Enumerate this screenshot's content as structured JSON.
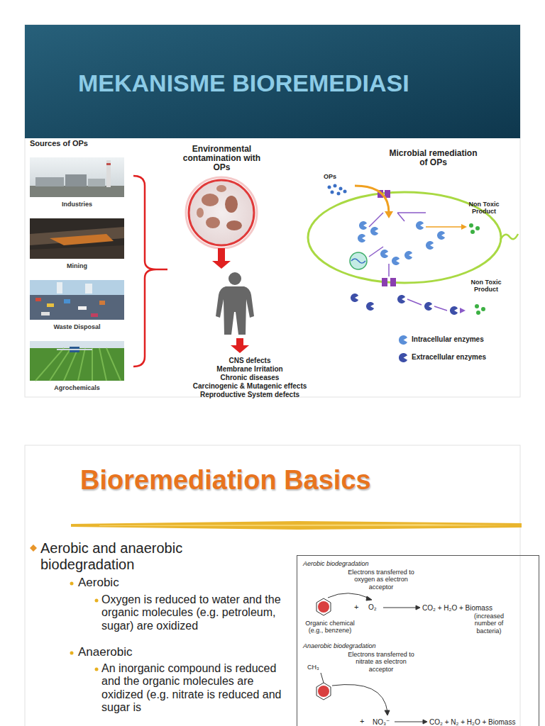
{
  "diagram": {
    "title": "MEKANISME BIOREMEDIASI",
    "nodes": [
      {
        "text": [
          "Industries"
        ]
      },
      {
        "text": [
          "Mining"
        ]
      },
      {
        "text": [
          "Waste Disposal"
        ]
      },
      {
        "text": [
          "Agrochemicals"
        ]
      },
      {
        "text": [
          "Environmental contamination with OPs"
        ]
      },
      {
        "text": [
          "CNS defects",
          "Membrane Irritation",
          "Chronic diseases",
          "Carcinogenic & Mutagenic effects",
          "Reproductive System defects"
        ]
      },
      {
        "text": [
          "Microbial remediation of OPs"
        ]
      },
      {
        "text": [
          "Aerobic biodegradation",
          "Electrons transferred to oxygen as electron acceptor",
          "+",
          "O₂",
          "CO₂ + H₂O + Biomass",
          "(increased number of bacteria)",
          "Organic chemical (e.g., benzene)",
          "Anaerobic biodegradation",
          "Electrons transferred to nitrate as electron acceptor",
          "CH₃",
          "+",
          "NO₃⁻",
          "CO₂ + N₂ + H₂O + Biomass"
        ]
      }
    ],
    "edges": [
      {
        "from": 4,
        "to": 5,
        "arrow": "to"
      }
    ],
    "labels": [
      "Sources of OPs",
      "OPs",
      "Non Toxic Product",
      "Non Toxic Product",
      "Bioremediation Basics",
      "Aerobic and anaerobic biodegradation",
      "Aerobic",
      "Oxygen is reduced to water and the organic molecules (e.g. petroleum, sugar) are oxidized",
      "Anaerobic",
      "An inorganic compound is reduced and the organic molecules are oxidized (e.g. nitrate is reduced and sugar is"
    ],
    "legend": [
      {
        "text": "Intracellular enzymes"
      },
      {
        "text": "Extracellular enzymes"
      }
    ]
  }
}
